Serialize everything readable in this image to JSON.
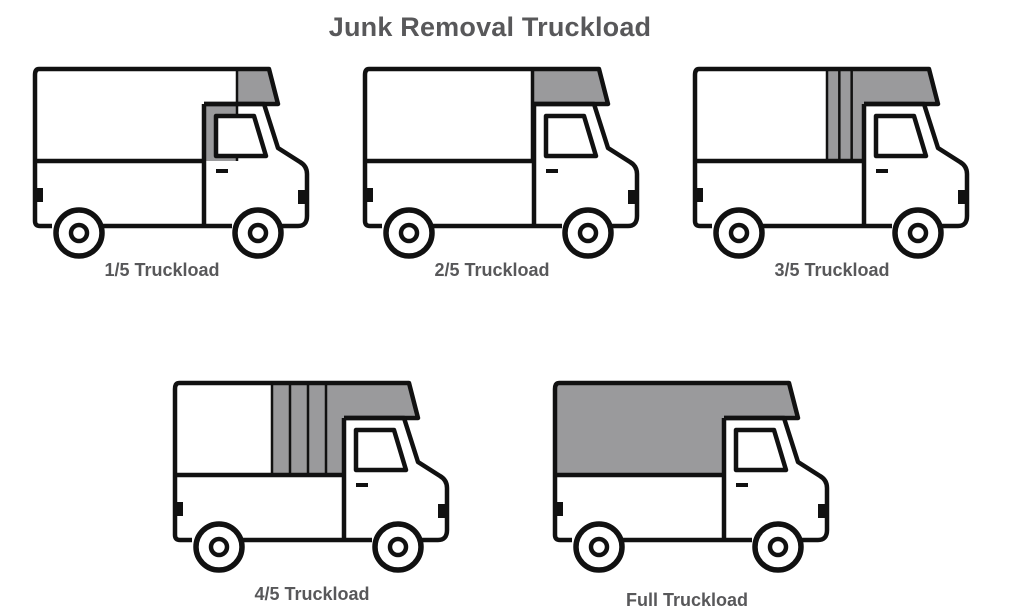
{
  "title": "Junk Removal Truckload",
  "colors": {
    "load_fill": "#9a9a9c",
    "outline": "#111111",
    "text": "#58585a",
    "background": "#ffffff"
  },
  "trucks": [
    {
      "label": "1/5 Truckload",
      "load_fraction": 0.2,
      "divisions": 1
    },
    {
      "label": "2/5 Truckload",
      "load_fraction": 0.4,
      "divisions": 2
    },
    {
      "label": "3/5 Truckload",
      "load_fraction": 0.6,
      "divisions": 3
    },
    {
      "label": "4/5 Truckload",
      "load_fraction": 0.8,
      "divisions": 4
    },
    {
      "label": "Full Truckload",
      "load_fraction": 1.0,
      "divisions": 1
    }
  ]
}
